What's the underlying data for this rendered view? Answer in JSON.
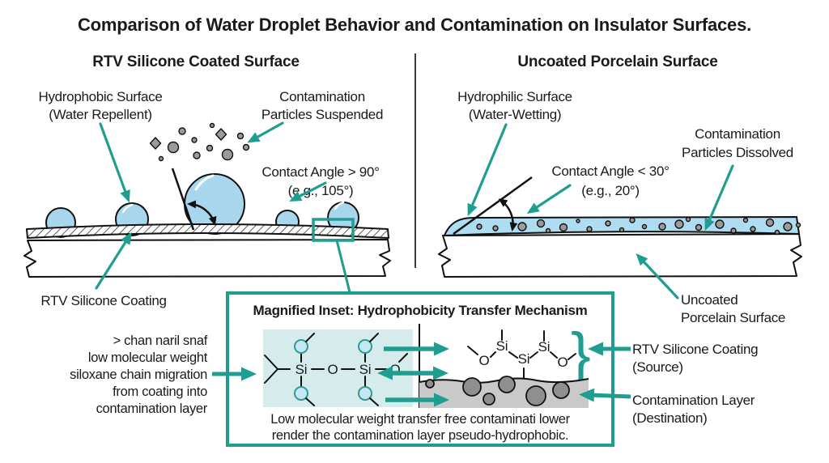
{
  "title": "Comparison of Water Droplet Behavior and Contamination on Insulator Surfaces.",
  "colors": {
    "teal": "#1f9e90",
    "ink": "#1a1a1a",
    "droplet": "#a8d6ec",
    "film": "#aedcf0",
    "particle": "#9b9b9b",
    "contamination": "#c9c9c9",
    "layer_particle": "#8f8f8f",
    "inset_bg": "#d6ecec",
    "branch_fill": "#c7e6f5",
    "branch_stroke": "#2f9a90"
  },
  "left": {
    "heading": "RTV Silicone Coated Surface",
    "hydrophobic1": "Hydrophobic Surface",
    "hydrophobic2": "(Water Repellent)",
    "particles1": "Contamination",
    "particles2": "Particles Suspended",
    "angle1": "Contact Angle > 90°",
    "angle2": "(e.g., 105°)",
    "coating": "RTV Silicone Coating"
  },
  "right": {
    "heading": "Uncoated Porcelain Surface",
    "hydrophilic1": "Hydrophilic Surface",
    "hydrophilic2": "(Water-Wetting)",
    "particles1": "Contamination",
    "particles2": "Particles Dissolved",
    "angle1": "Contact Angle < 30°",
    "angle2": "(e.g., 20°)",
    "surface1": "Uncoated",
    "surface2": "Porcelain Surface"
  },
  "inset": {
    "title": "Magnified Inset: Hydrophobicity Transfer Mechanism",
    "migration": [
      "> chan naril snaf",
      "low molecular weight",
      "siloxane chain migration",
      "from coating into",
      "contamination layer"
    ],
    "source1": "RTV Silicone Coating",
    "source2": "(Source)",
    "dest1": "Contamination Layer",
    "dest2": "(Destination)",
    "caption1": "Low molecular weight transfer free contaminati lower",
    "caption2": "render the contamination layer pseudo-hydrophobic.",
    "si": "Si",
    "o": "O",
    "brace": "}"
  }
}
